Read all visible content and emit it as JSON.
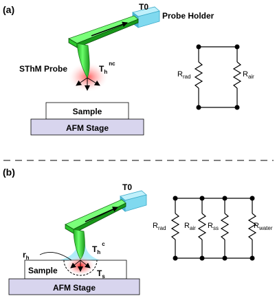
{
  "panel_a": {
    "label": "(a)",
    "t0": "T0",
    "probe_holder": "Probe Holder",
    "sthm_probe": "SThM Probe",
    "th_main": "T",
    "th_sub": "h",
    "th_sup": "nc",
    "sample": "Sample",
    "afm_stage": "AFM Stage",
    "circuit": {
      "r_rad": {
        "main": "R",
        "sub": "rad"
      },
      "r_air": {
        "main": "R",
        "sub": "air"
      }
    }
  },
  "panel_b": {
    "label": "(b)",
    "t0": "T0",
    "rh_main": "r",
    "rh_sub": "h",
    "th_main": "T",
    "th_sub": "h",
    "th_sup": "c",
    "ts_main": "T",
    "ts_sub": "s",
    "sample": "Sample",
    "afm_stage": "AFM Stage",
    "circuit": {
      "r_rad": {
        "main": "R",
        "sub": "rad"
      },
      "r_air": {
        "main": "R",
        "sub": "air"
      },
      "r_ss": {
        "main": "R",
        "sub": "ss"
      },
      "r_water": {
        "main": "R",
        "sub": "water"
      }
    }
  },
  "colors": {
    "cantilever": "#33dd33",
    "holder": "#7fd8ee",
    "stage_fill": "#d8d5ee",
    "heat": "#ff3333",
    "water": "#a8eaf8"
  }
}
